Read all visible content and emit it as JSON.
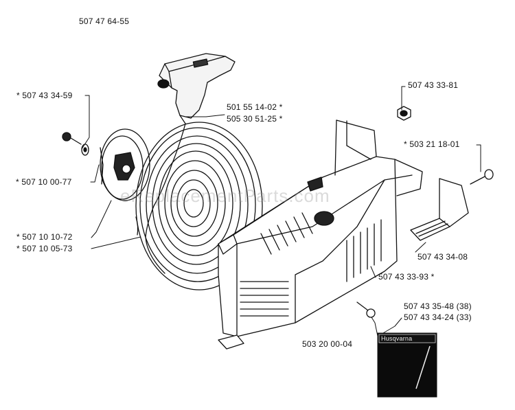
{
  "header": {
    "assembly_number": "507 47 64-55"
  },
  "labels": {
    "l1": "* 507 43 34-59",
    "l2": "* 507 10 00-77",
    "l3": "* 507 10 10-72",
    "l4": "* 507 10 05-73",
    "l5": "501 55 14-02 *",
    "l6": "505 30 51-25  *",
    "l7": "507 43 33-81",
    "l8": "* 503 21 18-01",
    "l9": "507 43 34-08",
    "l10": "507 43 33-93  *",
    "l11": "507 43 35-48 (38)",
    "l12": "507 43 34-24 (33)",
    "l13": "503 20 00-04"
  },
  "decal": {
    "brand": "Husqvarna"
  },
  "watermark": {
    "text": "eReplacementParts.com"
  }
}
